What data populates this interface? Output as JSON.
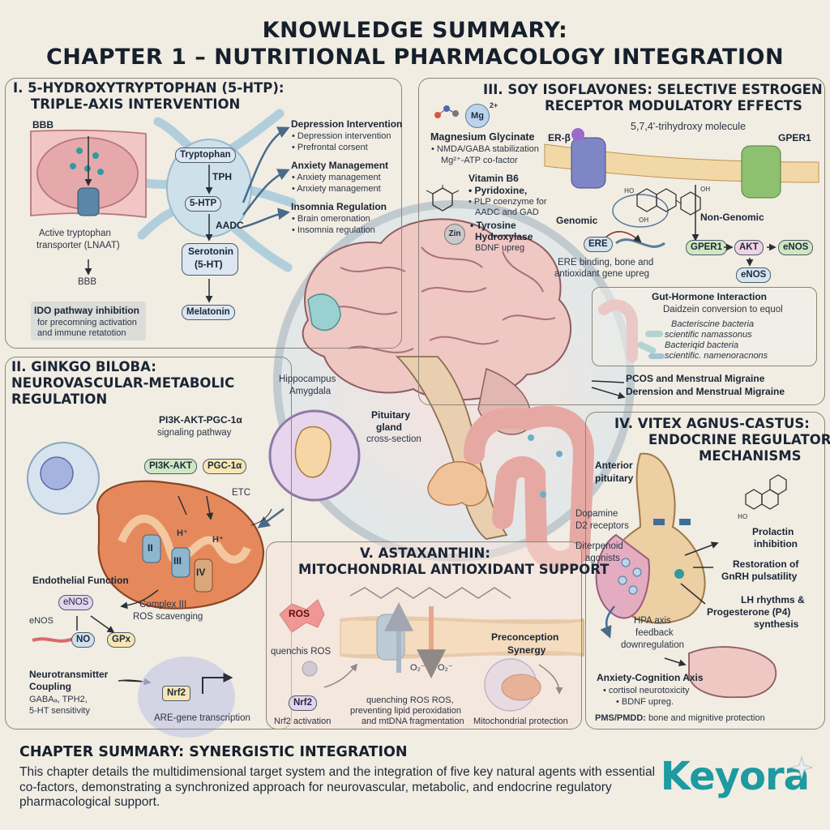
{
  "header": {
    "title_line1": "KNOWLEDGE SUMMARY:",
    "title_line2": "CHAPTER 1 – NUTRITIONAL PHARMACOLOGY INTEGRATION"
  },
  "panel1": {
    "title_line1": "I. 5-HYDROXYTRYPTOPHAN (5-HTP):",
    "title_line2": "TRIPLE-AXIS INTERVENTION",
    "bbb_top": "BBB",
    "transporter_line1": "Active tryptophan",
    "transporter_line2": "transporter (LNAAT)",
    "bbb_bottom": "BBB",
    "ido_title": "IDO pathway inhibition",
    "ido_line1": "for precomning activation",
    "ido_line2": "and immune retatotion",
    "pathway": {
      "tryptophan": "Tryptophan",
      "tph": "TPH",
      "htp": "5-HTP",
      "aadc": "AADC",
      "serotonin_line1": "Serotonin",
      "serotonin_line2": "(5-HT)",
      "melatonin": "Melatonin"
    },
    "outcomes": [
      {
        "title": "Depression Intervention",
        "items": [
          "• Depression intervention",
          "• Prefrontal corsent"
        ]
      },
      {
        "title": "Anxiety Management",
        "items": [
          "• Anxiety management",
          "• Anxiety management"
        ]
      },
      {
        "title": "Insomnia Regulation",
        "items": [
          "• Brain omeronation",
          "• Insomnia regulation"
        ]
      }
    ]
  },
  "panel3": {
    "title_line1": "III. SOY ISOFLAVONES: SELECTIVE ESTROGEN",
    "title_line2": "RECEPTOR MODULATORY EFFECTS",
    "mg_icon": "Mg",
    "mg_charge": "2+",
    "mg_title": "Magnesium Glycinate",
    "mg_line1": "• NMDA/GABA stabilization",
    "mg_line2": "Mg²⁺-ATP co-factor",
    "b6_title": "Vitamin B6",
    "b6_line1": "• Pyridoxine,",
    "b6_line2": "• PLP coenzyme for",
    "b6_line3": "AADC and GAD",
    "zn_icon": "Zin",
    "zn_line1": "• Tyrosine",
    "zn_line2": "Hydroxylase",
    "zn_line3": "BDNF upreg",
    "er_beta": "ER-β",
    "molecule": "5,7,4'-trihydroxy molecule",
    "gper1_top": "GPER1",
    "genomic": "Genomic",
    "ere": "ERE",
    "ere_line1": "ERE binding, bone and",
    "ere_line2": "antioxidant gene upreg",
    "non_genomic": "Non-Genomic",
    "gper1": "GPER1",
    "akt": "AKT",
    "enos1": "eNOS",
    "enos2": "eNOS",
    "gut_title": "Gut-Hormone Interaction",
    "gut_line1": "Daidzein conversion to equol",
    "gut_b1": "Bacteriscine bacteria",
    "gut_b2": "scientific namassonus",
    "gut_b3": "Bacteriqid bacteria",
    "gut_b4": "scientific. namenoracnons",
    "pcos_line1": "PCOS and Menstrual Migraine",
    "pcos_line2": "Derension and Menstrual Migraine"
  },
  "center": {
    "hippocampus": "Hippocampus",
    "amygdala": "Amygdala",
    "pituitary_line1": "Pituitary",
    "pituitary_line2": "gland",
    "pituitary_line3": "cross-section"
  },
  "panel2": {
    "title_line1": "II. GINKGO BILOBA:",
    "title_line2": "NEUROVASCULAR-METABOLIC",
    "title_line3": "REGULATION",
    "pathway_line1": "PI3K-AKT-PGC-1α",
    "pathway_line2": "signaling pathway",
    "pi3k": "PI3K-AKT",
    "pgc": "PGC-1α",
    "etc": "ETC",
    "h1": "H⁺",
    "h2": "H⁺",
    "c1": "II",
    "c2": "III",
    "c3": "IV",
    "endo_title": "Endothelial Function",
    "enos_node": "eNOS",
    "enos_label": "eNOS",
    "no": "NO",
    "gpx": "GPx",
    "complex_line1": "Complex III",
    "complex_line2": "ROS scavenging",
    "nt_title_line1": "Neurotransmitter",
    "nt_title_line2": "Coupling",
    "nt_line1": "GABAₐ, TPH2,",
    "nt_line2": "5-HT sensitivity",
    "nrf2": "Nrf2",
    "are": "ARE-gene transcription"
  },
  "panel4": {
    "title_line1": "IV. VITEX AGNUS-CASTUS:",
    "title_line2": "ENDOCRINE REGULATORY",
    "title_line3": "MECHANISMS",
    "anterior_line1": "Anterior",
    "anterior_line2": "pituitary",
    "dopamine_line1": "Dopamine",
    "dopamine_line2": "D2 receptors",
    "diterpenoid_line1": "Diterpenoid",
    "diterpenoid_line2": "agonists",
    "prolactin_line1": "Prolactin",
    "prolactin_line2": "inhibition",
    "gnrh_line1": "Restoration of",
    "gnrh_line2": "GnRH pulsatility",
    "lh_line1": "LH rhythms &",
    "lh_line2": "Progesterone (P4)",
    "lh_line3": "synthesis",
    "hpa_line1": "HPA axis",
    "hpa_line2": "feedback",
    "hpa_line3": "downregulation",
    "axis_title": "Anxiety-Cognition Axis",
    "axis_line1": "• cortisol neurotoxicity",
    "axis_line2": "• BDNF upreg.",
    "pms_bold": "PMS/PMDD:",
    "pms_rest": " bone and mignitive protection"
  },
  "panel5": {
    "title_line1": "V. ASTAXANTHIN:",
    "title_line2": "MITOCHONDRIAL ANTIOXIDANT SUPPORT",
    "ros": "ROS",
    "quench": "quenchis ROS",
    "o2": "O₂⁻",
    "o2b": "O₂⁻",
    "preconception_line1": "Preconception",
    "preconception_line2": "Synergy",
    "nrf2": "Nrf2",
    "nrf2_act": "Nrf2 activation",
    "mem_line1": "quenching ROS ROS,",
    "mem_line2": "preventing lipid peroxidation",
    "mem_line3": "and mtDNA fragmentation",
    "mito": "Mitochondrial protection"
  },
  "summary": {
    "title": "CHAPTER SUMMARY: SYNERGISTIC INTEGRATION",
    "body": "This chapter details the multidimensional target system and the integration of five key natural agents with essential co-factors, demonstrating a synchronized approach for neurovascular, metabolic, and endocrine regulatory pharmacological support."
  },
  "logo": {
    "text": "Keyora"
  },
  "colors": {
    "panel_border": "#8d8676",
    "node_blue": "#cfe0ef",
    "node_green": "#cfe7c2",
    "node_yellow": "#f7e6b4",
    "node_pink": "#f6d7d4",
    "accent_teal": "#1e9aa0",
    "arrow": "#4a6a8a"
  }
}
